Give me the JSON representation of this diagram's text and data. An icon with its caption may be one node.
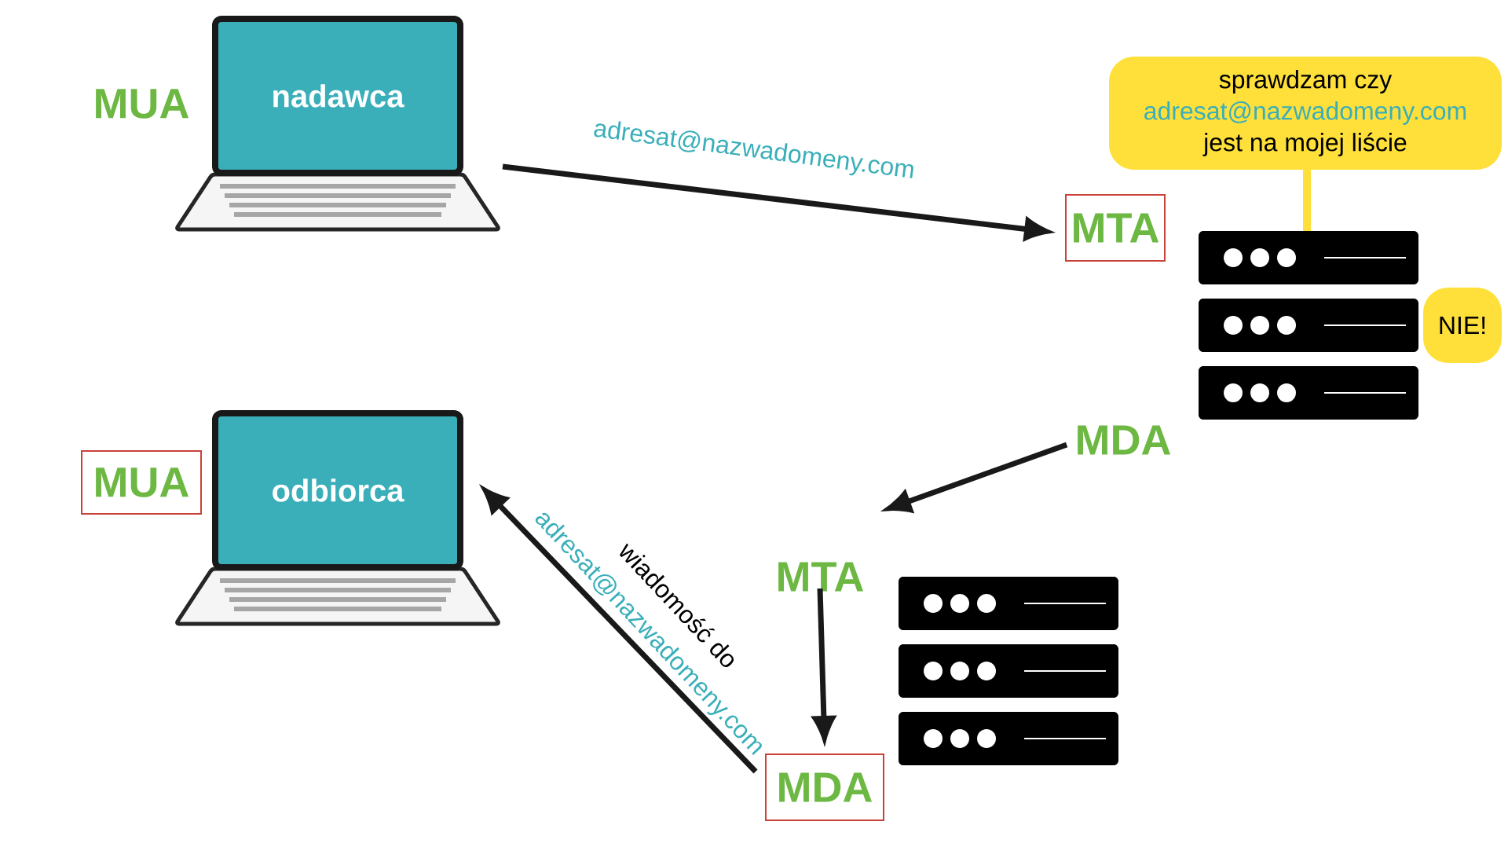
{
  "diagram": {
    "nodes": [
      {
        "text": [
          "nadawca"
        ],
        "beside": [
          "MUA"
        ]
      },
      {
        "text": [
          "MTA"
        ]
      },
      {
        "text": [
          "sprawdzam czy",
          "adresat@nazwadomeny.com",
          "jest na mojej liście"
        ]
      },
      {
        "text": [
          "NIE!"
        ]
      },
      {
        "text": [
          "MDA"
        ]
      },
      {
        "text": [
          "MUA"
        ]
      },
      {
        "text": [
          "odbiorca"
        ]
      },
      {
        "text": [
          "MTA"
        ]
      },
      {
        "text": [
          "MDA"
        ]
      }
    ],
    "edges": [
      {
        "from": 0,
        "to": 1,
        "arrow": "to",
        "label": "adresat@nazwadomeny.com"
      },
      {
        "from": 4,
        "to": 7,
        "arrow": "to"
      },
      {
        "from": 7,
        "to": 8,
        "arrow": "to"
      },
      {
        "from": 8,
        "to": 6,
        "arrow": "to",
        "label": "wiadomość do"
      }
    ],
    "labels": [
      "adresat@nazwadomeny.com"
    ]
  }
}
